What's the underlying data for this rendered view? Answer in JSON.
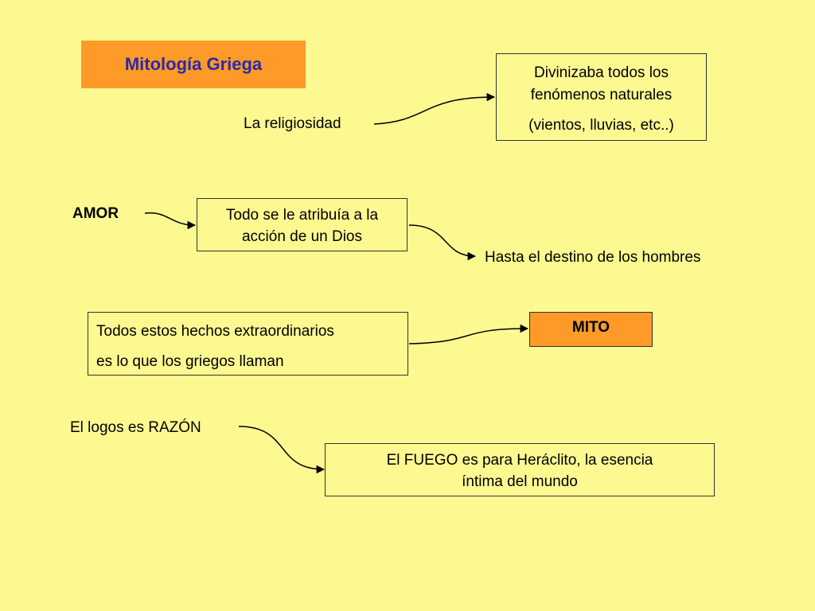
{
  "title": "Mitología Griega",
  "religiosidad_label": "La religiosidad",
  "divinizaba_box": {
    "line1": "Divinizaba todos los",
    "line2": "fenómenos naturales",
    "line3": "(vientos, lluvias, etc..)"
  },
  "amor_label": "AMOR",
  "todo_box": {
    "line1": "Todo se le atribuía a la",
    "line2": "acción de un Dios"
  },
  "destino_label": "Hasta el destino de los hombres",
  "hechos_box": {
    "line1": "Todos estos hechos extraordinarios",
    "line2": "es lo que los griegos llaman"
  },
  "mito_label": "MITO",
  "logos_label": "El logos es RAZÓN",
  "fuego_box": {
    "line1": "El FUEGO es para Heráclito, la esencia",
    "line2": "íntima del mundo"
  },
  "colors": {
    "background": "#fdf991",
    "accent_orange": "#fd9a28",
    "title_text": "#2a2aa8"
  }
}
